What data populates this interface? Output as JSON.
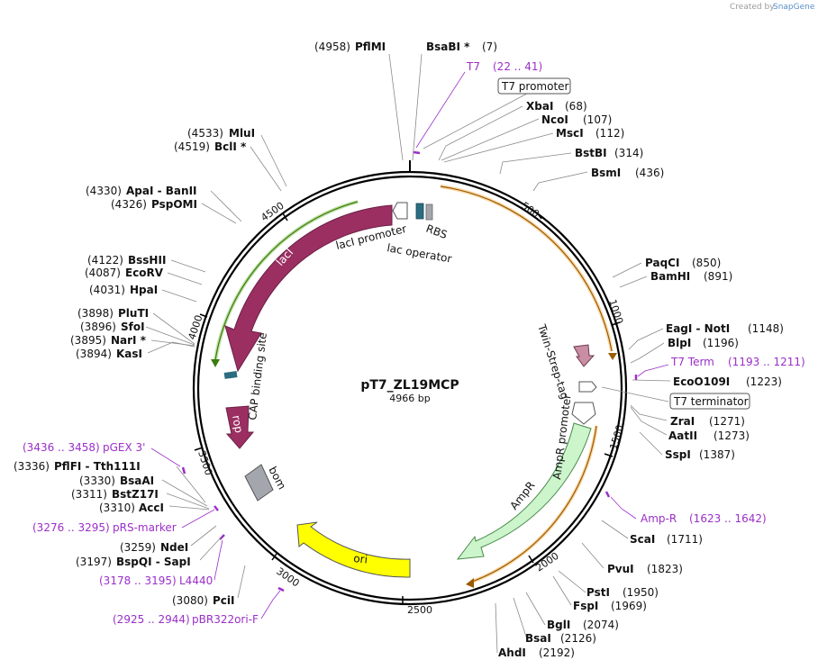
{
  "header": {
    "credit_text": "Created by",
    "brand": "SnapGene"
  },
  "map": {
    "name": "pT7_ZL19MCP",
    "size_label": "4966 bp"
  },
  "ticks": [
    "500",
    "1000",
    "1500",
    "2000",
    "2500",
    "3000",
    "3500",
    "4000",
    "4500"
  ],
  "sites": [
    {
      "pos": "(4958)",
      "name": "PflMI"
    },
    {
      "pos": "(7)",
      "name": "BsaBI *"
    },
    {
      "pos": "(68)",
      "name": "XbaI"
    },
    {
      "pos": "(107)",
      "name": "NcoI"
    },
    {
      "pos": "(112)",
      "name": "MscI"
    },
    {
      "pos": "(314)",
      "name": "BstBI"
    },
    {
      "pos": "(436)",
      "name": "BsmI"
    },
    {
      "pos": "(850)",
      "name": "PaqCI"
    },
    {
      "pos": "(891)",
      "name": "BamHI"
    },
    {
      "pos": "(1148)",
      "name": "EagI  - NotI"
    },
    {
      "pos": "(1196)",
      "name": "BlpI"
    },
    {
      "pos": "(1223)",
      "name": "EcoO109I"
    },
    {
      "pos": "(1271)",
      "name": "ZraI"
    },
    {
      "pos": "(1273)",
      "name": "AatII"
    },
    {
      "pos": "(1387)",
      "name": "SspI"
    },
    {
      "pos": "(1711)",
      "name": "ScaI"
    },
    {
      "pos": "(1823)",
      "name": "PvuI"
    },
    {
      "pos": "(1950)",
      "name": "PstI"
    },
    {
      "pos": "(1969)",
      "name": "FspI"
    },
    {
      "pos": "(2074)",
      "name": "BglI"
    },
    {
      "pos": "(2126)",
      "name": "BsaI"
    },
    {
      "pos": "(2192)",
      "name": "AhdI"
    },
    {
      "pos": "(3080)",
      "name": "PciI"
    },
    {
      "pos": "(3197)",
      "name": "BspQI  - SapI"
    },
    {
      "pos": "(3259)",
      "name": "NdeI"
    },
    {
      "pos": "(3310)",
      "name": "AccI"
    },
    {
      "pos": "(3311)",
      "name": "BstZ17I"
    },
    {
      "pos": "(3330)",
      "name": "BsaAI"
    },
    {
      "pos": "(3336)",
      "name": "PflFI  - Tth111I"
    },
    {
      "pos": "(3894)",
      "name": "KasI"
    },
    {
      "pos": "(3895)",
      "name": "NarI *"
    },
    {
      "pos": "(3896)",
      "name": "SfoI"
    },
    {
      "pos": "(3898)",
      "name": "PluTI"
    },
    {
      "pos": "(4031)",
      "name": "HpaI"
    },
    {
      "pos": "(4087)",
      "name": "EcoRV"
    },
    {
      "pos": "(4122)",
      "name": "BssHII"
    },
    {
      "pos": "(4326)",
      "name": "PspOMI"
    },
    {
      "pos": "(4330)",
      "name": "ApaI  - BanII"
    },
    {
      "pos": "(4519)",
      "name": "BclI *"
    },
    {
      "pos": "(4533)",
      "name": "MluI"
    }
  ],
  "primers": [
    {
      "name": "T7",
      "range": "(22 .. 41)"
    },
    {
      "name": "T7 Term",
      "range": "(1193 .. 1211)"
    },
    {
      "name": "Amp-R",
      "range": "(1623 .. 1642)"
    },
    {
      "name": "L4440",
      "range": "(3178 .. 3195)"
    },
    {
      "name": "pRS-marker",
      "range": "(3276 .. 3295)"
    },
    {
      "name": "pGEX 3'",
      "range": "(3436 .. 3458)"
    },
    {
      "name": "pBR322ori-F",
      "range": "(2925 .. 2944)"
    }
  ],
  "boxed_features": {
    "t7_promoter": "T7 promoter",
    "t7_terminator": "T7 terminator"
  },
  "features": {
    "lacI": "lacI",
    "lacI_promoter": "lacI promoter",
    "lac_operator": "lac operator",
    "rbs": "RBS",
    "cap": "CAP binding site",
    "rop": "rop",
    "bom": "bom",
    "ori": "ori",
    "ampR": "AmpR",
    "ampR_promoter": "AmpR promoter",
    "twin_strep": "Twin-Strep-tag"
  },
  "colors": {
    "lacI": "#9b2f62",
    "rop": "#9b2f62",
    "ori": "#ffff00",
    "ampR": "#ccf5cc",
    "primer": "#9b2fc9",
    "orf_orange": "#f2a93b",
    "orf_green": "#7cc043",
    "bom": "#a3a7ad",
    "cap": "#2b6c80",
    "twin_strep": "#c98ea3"
  }
}
